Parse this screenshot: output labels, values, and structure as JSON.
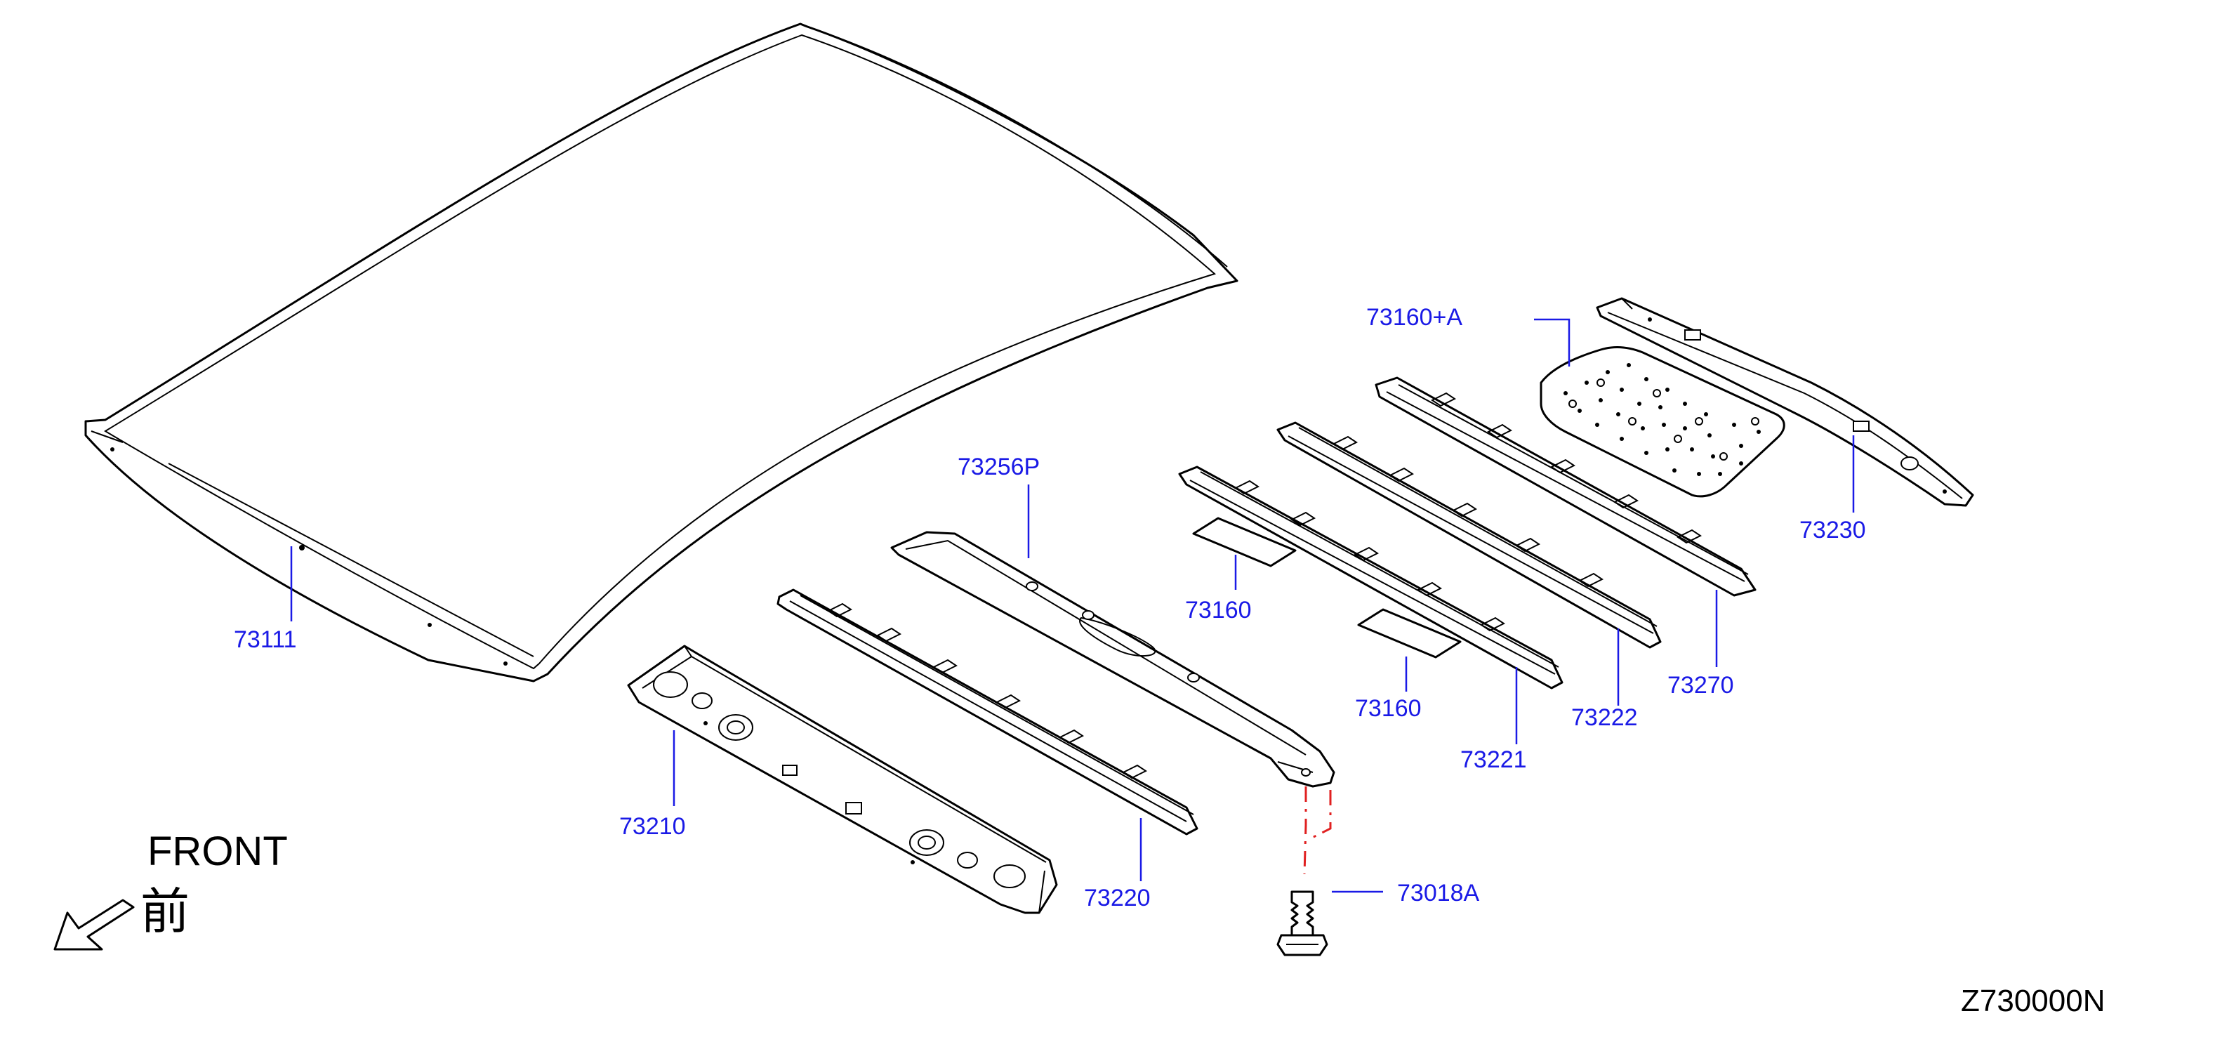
{
  "labels": {
    "p73111": "73111",
    "p73210": "73210",
    "p73220": "73220",
    "p73256P": "73256P",
    "p73160a": "73160",
    "p73160b": "73160",
    "p73160A": "73160+A",
    "p73221": "73221",
    "p73222": "73222",
    "p73270": "73270",
    "p73230": "73230",
    "p73018A": "73018A"
  },
  "orientation": {
    "front_text": "FRONT",
    "front_kanji": "前"
  },
  "figure_code": "Z730000N",
  "colors": {
    "label": "#1a1ae6",
    "leader": "#1a1ae6",
    "dashed": "#e02020",
    "line": "#000000"
  }
}
